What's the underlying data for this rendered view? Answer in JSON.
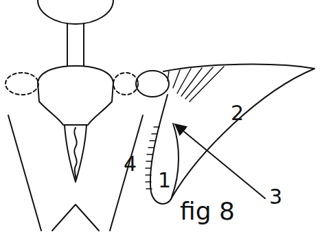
{
  "diagram": {
    "caption": "fig 8",
    "labels": [
      "4",
      "1",
      "2",
      "3"
    ]
  }
}
